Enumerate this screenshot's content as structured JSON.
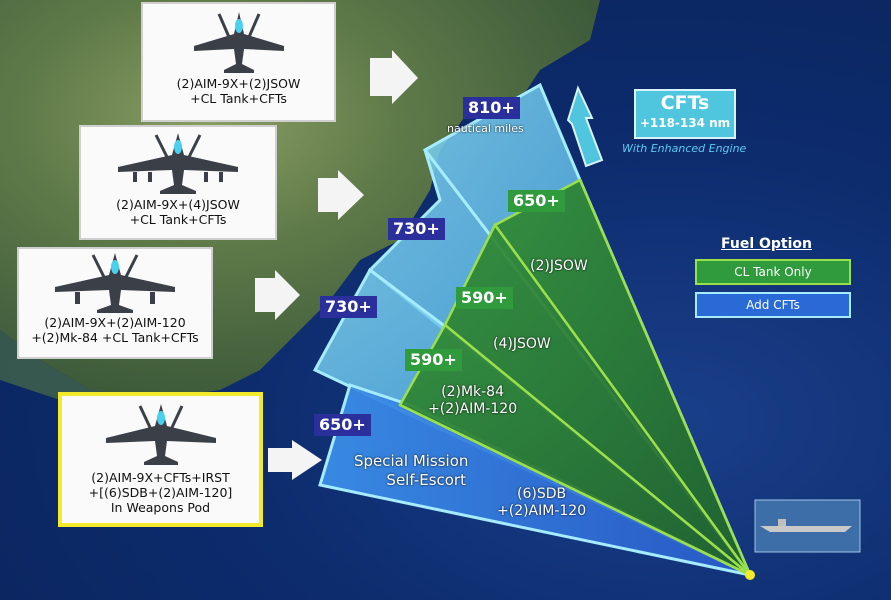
{
  "cards": [
    {
      "id": "card-1",
      "lines": [
        "(2)AIM-9X+(2)JSOW",
        "+CL Tank+CFTs"
      ]
    },
    {
      "id": "card-2",
      "lines": [
        "(2)AIM-9X+(4)JSOW",
        "+CL Tank+CFTs"
      ]
    },
    {
      "id": "card-3",
      "lines": [
        "(2)AIM-9X+(2)AIM-120",
        "+(2)Mk-84 +CL Tank+CFTs"
      ]
    },
    {
      "id": "card-4",
      "lines": [
        "(2)AIM-9X+CFTs+IRST",
        "+[(6)SDB+(2)AIM-120]",
        "In Weapons Pod"
      ]
    }
  ],
  "ranges": {
    "blue_810": "810+",
    "blue_810_unit": "nautical miles",
    "blue_730_top": "730+",
    "blue_730_mid": "730+",
    "blue_650": "650+",
    "green_650": "650+",
    "green_590_top": "590+",
    "green_590_mid": "590+"
  },
  "payloads": {
    "jsow2": "(2)JSOW",
    "jsow4": "(4)JSOW",
    "mk84_line1": "(2)Mk-84",
    "mk84_line2": "+(2)AIM-120",
    "special_line1": "Special Mission",
    "special_line2": "Self-Escort",
    "sdb_line1": "(6)SDB",
    "sdb_line2": "+(2)AIM-120"
  },
  "cfts": {
    "title": "CFTs",
    "range": "+118-134 nm",
    "note": "With Enhanced Engine"
  },
  "legend": {
    "title": "Fuel Option",
    "cl_tank": "CL Tank Only",
    "add_cfts": "Add CFTs"
  },
  "colors": {
    "blue_fill": "#4fb6e0",
    "green_fill": "#2c7a2c",
    "green_edge": "#9be04a",
    "blue_edge": "#a6ecff",
    "range_blue": "#2a2f9c",
    "range_green": "#2f9b3c",
    "highlight_border": "#f2ea2a"
  }
}
